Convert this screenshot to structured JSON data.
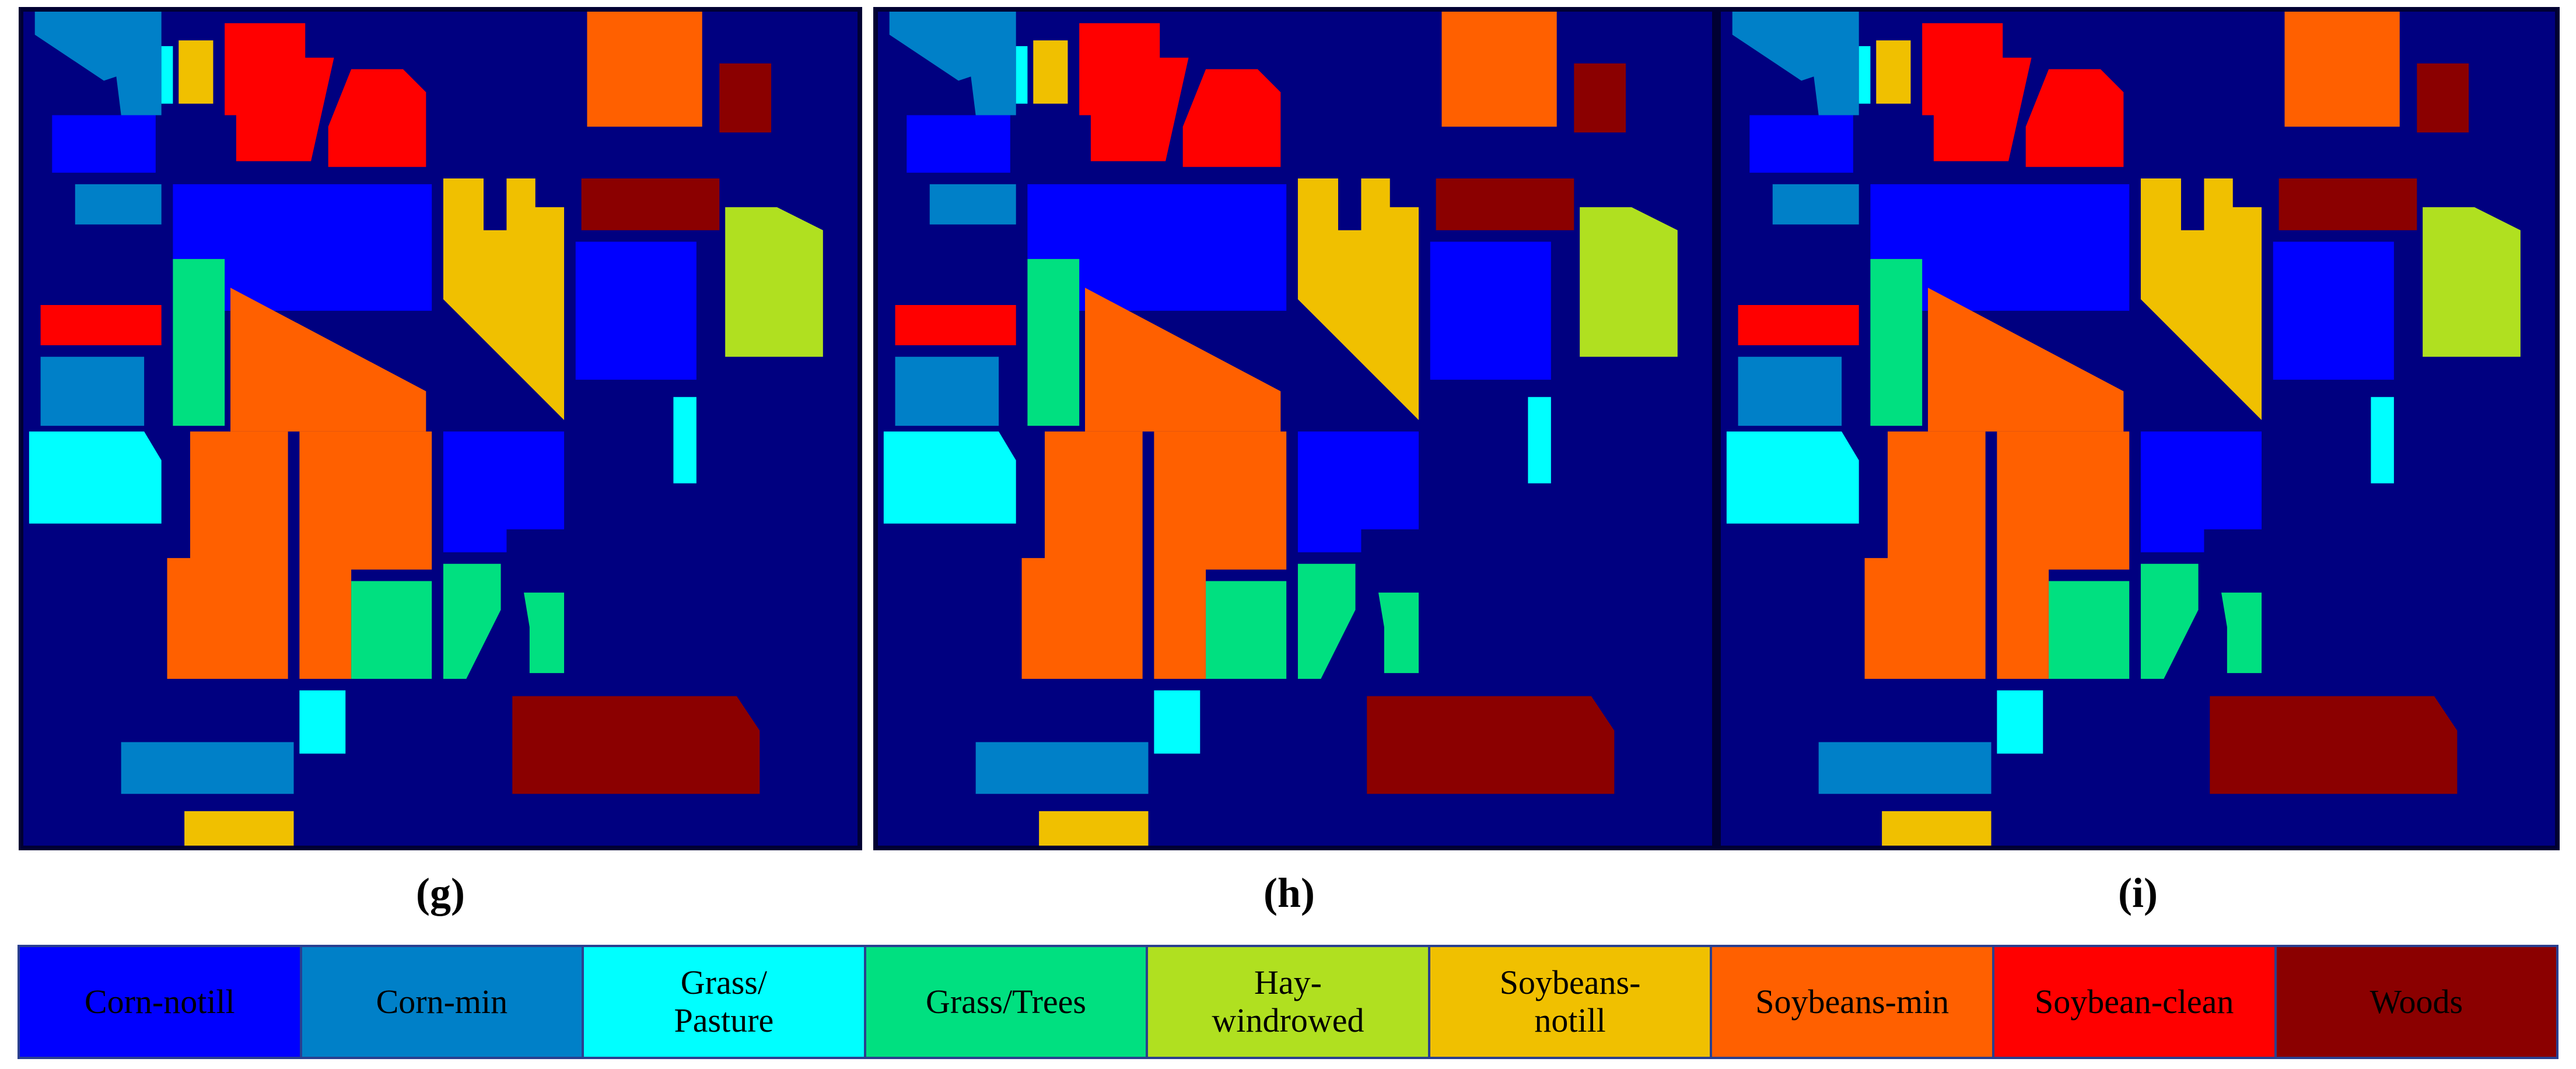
{
  "panels": [
    {
      "id": "g",
      "label": "(g)"
    },
    {
      "id": "h",
      "label": "(h)"
    },
    {
      "id": "i",
      "label": "(i)"
    }
  ],
  "legend": [
    {
      "label": "Corn-notill",
      "color": "#0000ff"
    },
    {
      "label": "Corn-min",
      "color": "#0080c8"
    },
    {
      "label": "Grass/\nPasture",
      "color": "#00ffff"
    },
    {
      "label": "Grass/Trees",
      "color": "#00e080"
    },
    {
      "label": "Hay-\nwindrowed",
      "color": "#b0e020"
    },
    {
      "label": "Soybeans-\nnotill",
      "color": "#f0c000"
    },
    {
      "label": "Soybeans-min",
      "color": "#ff6000"
    },
    {
      "label": "Soybean-clean",
      "color": "#ff0000"
    },
    {
      "label": "Woods",
      "color": "#8b0000"
    }
  ],
  "colors": {
    "background": "#000080",
    "corn_notill": "#0000ff",
    "corn_min": "#0080c8",
    "grass_pasture": "#00ffff",
    "grass_trees": "#00e080",
    "hay_windrowed": "#b0e020",
    "soybeans_notill": "#f0c000",
    "soybeans_min": "#ff6000",
    "soybean_clean": "#ff0000",
    "woods": "#8b0000"
  }
}
